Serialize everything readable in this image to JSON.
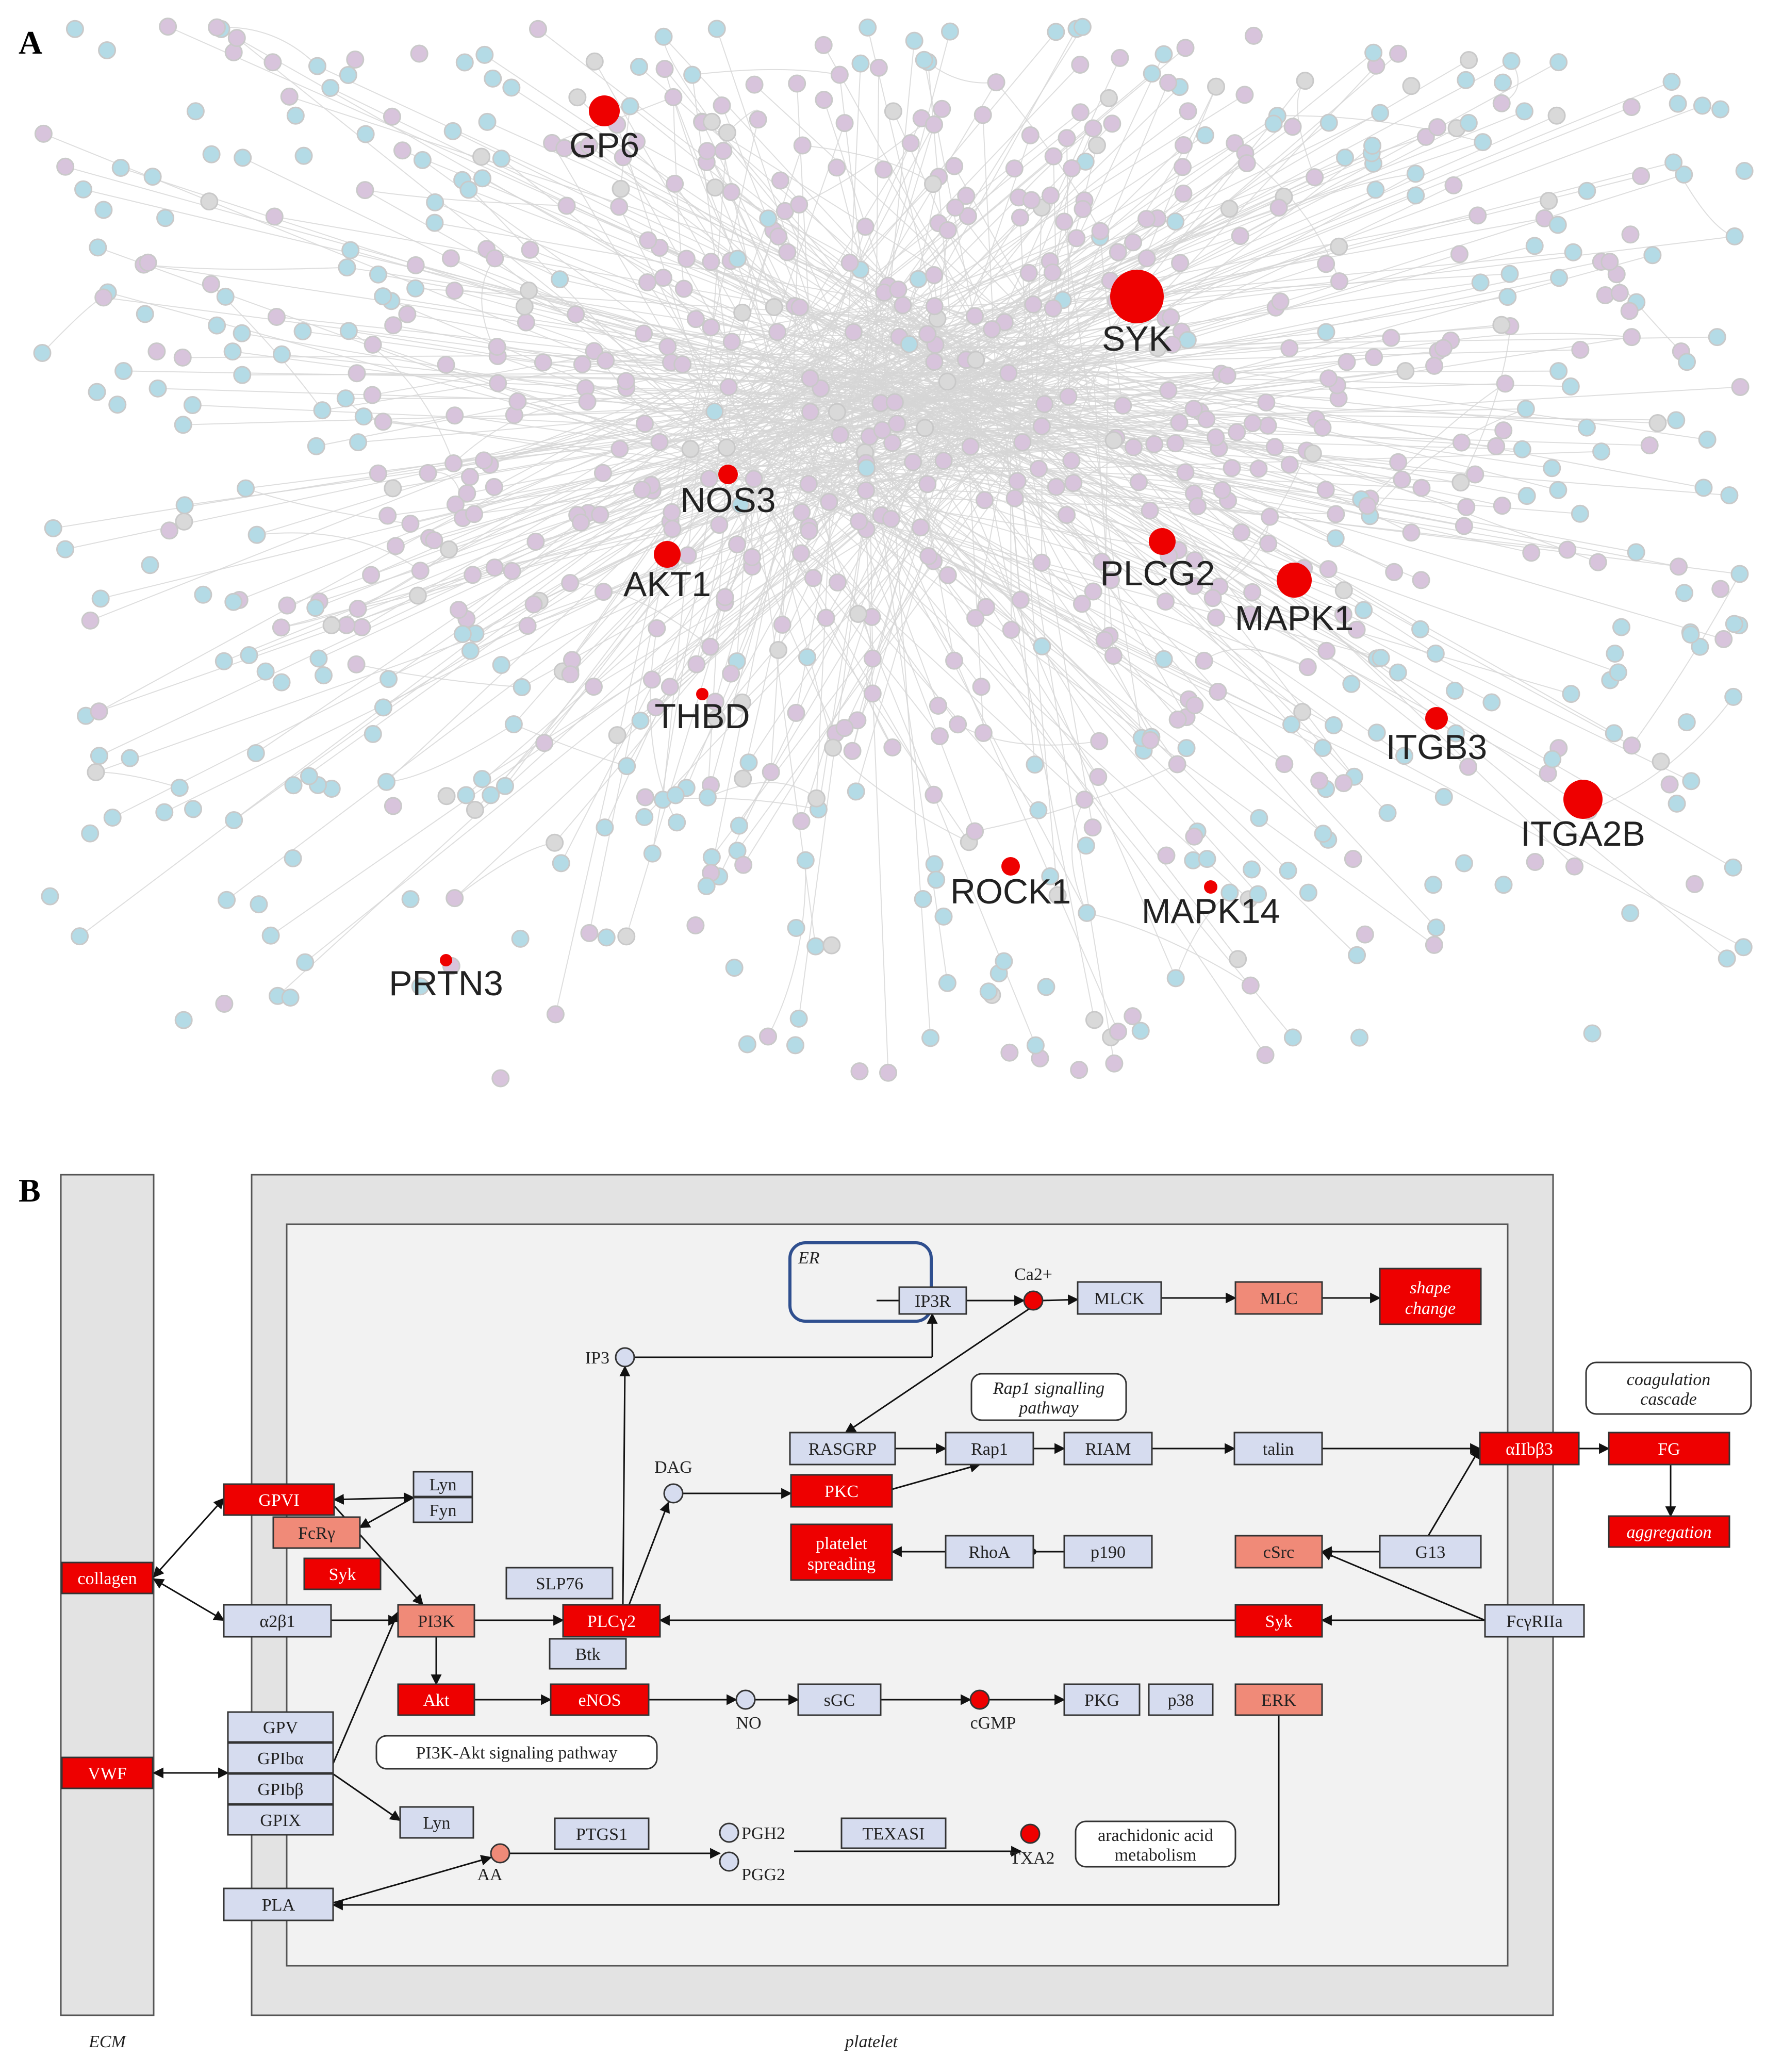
{
  "panels": {
    "a": "A",
    "b": "B"
  },
  "colors": {
    "hit": "#ee0000",
    "node_purple": "#d8c4dc",
    "node_blue": "#b4dbe6",
    "node_gray": "#d9d9d9",
    "edge": "#d6d6d6",
    "box_blue": "#d6dcef",
    "box_red": "#ee0000",
    "box_salmon": "#f08a78"
  },
  "network": {
    "hit_genes": [
      {
        "label": "GP6"
      },
      {
        "label": "SYK"
      },
      {
        "label": "NOS3"
      },
      {
        "label": "AKT1"
      },
      {
        "label": "PLCG2"
      },
      {
        "label": "MAPK1"
      },
      {
        "label": "THBD"
      },
      {
        "label": "ITGB3"
      },
      {
        "label": "ITGA2B"
      },
      {
        "label": "ROCK1"
      },
      {
        "label": "MAPK14"
      },
      {
        "label": "PRTN3"
      }
    ]
  },
  "pathway": {
    "region_labels": {
      "ecm": "ECM",
      "platelet": "platelet",
      "er": "ER"
    },
    "boxes": {
      "collagen": "collagen",
      "vwf": "VWF",
      "gpvi": "GPVI",
      "fcrg": "FcRγ",
      "syk1": "Syk",
      "lyn1": "Lyn",
      "fyn": "Fyn",
      "a2b1": "α2β1",
      "pi3k": "PI3K",
      "slp76": "SLP76",
      "plcg2": "PLCγ2",
      "btk": "Btk",
      "akt": "Akt",
      "enos": "eNOS",
      "gpv": "GPV",
      "gpiba": "GPIbα",
      "gpibb": "GPIbβ",
      "gpix": "GPIX",
      "lyn2": "Lyn",
      "pla": "PLA",
      "ptgs1": "PTGS1",
      "texasi": "TEXASI",
      "ip3r": "IP3R",
      "mlck": "MLCK",
      "mlc": "MLC",
      "shape_change": "shape change",
      "rasgrp": "RASGRP",
      "rap1": "Rap1",
      "riam": "RIAM",
      "talin": "talin",
      "pkc": "PKC",
      "spreading": "platelet spreading",
      "rhoa": "RhoA",
      "p190": "p190",
      "csrc": "cSrc",
      "g13": "G13",
      "aiib3": "αIIbβ3",
      "fg": "FG",
      "aggregation": "aggregation",
      "syk2": "Syk",
      "fcgr2a": "FcγRIIa",
      "sgc": "sGC",
      "pkg": "PKG",
      "p38": "p38",
      "erk": "ERK"
    },
    "compounds": {
      "ca": "Ca2+",
      "ip3": "IP3",
      "dag": "DAG",
      "no": "NO",
      "cgmp": "cGMP",
      "aa": "AA",
      "pgh2": "PGH2",
      "pgg2": "PGG2",
      "txa2": "TXA2"
    },
    "pathway_refs": {
      "rap1_pathway": "Rap1 signalling pathway",
      "coag": "coagulation cascade",
      "pi3k_akt": "PI3K-Akt signaling pathway",
      "arach": "arachidonic acid metabolism"
    }
  }
}
